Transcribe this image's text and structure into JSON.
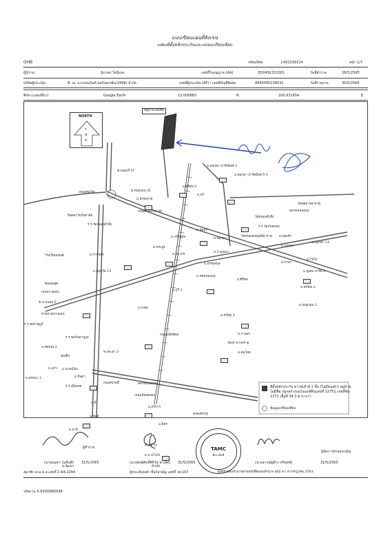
{
  "header": {
    "title": "แบบเขียนแผนที่สังเขป",
    "subtitle": "แสดงที่ตั้งหลักประกันและแปลงเปรียบเทียบ",
    "bank_code": "GHB",
    "ref_label": "รหัสบริษัท",
    "ref_value": "J-002039214",
    "page": "หน้า 1/7"
  },
  "info": {
    "borrower_label": "ผู้กู้/ราย",
    "borrower_value": "นิภาพร ใจมีแสง",
    "cert_label": "เลขที่ใบอนุญาต (AA)",
    "cert_value": "E00491151001",
    "survey_date_label": "วันที่สำรวจ",
    "survey_date_value": "26/5/2565",
    "company_label": "บริษัทผู้ประเมิน",
    "company_value": "ที. เอ. มาแนจเม้นท์ คอร์ปอเรชั่น(1999) จำกัด",
    "appraiser_label": "เลขที่ผู้ประเมิน (AP) / เลขที่บัญชีพิเศษ",
    "appraiser_value": "AP65000138032",
    "report_date_label": "วันที่รายงาน",
    "report_date_value": "30/5/2565",
    "coord_label": "พิกัด (แหล่งที่มา)",
    "coord_source": "Google Earth",
    "lat": "13.006883",
    "lat_dir": "N",
    "lon": "100.931654",
    "lon_dir": "E"
  },
  "map": {
    "north_label": "NORTH",
    "north_letters": [
      "ร",
      "ห",
      "ส"
    ],
    "village_label": "หมู่บ้านไม่มีชื่อ",
    "labels": {
      "sukhumvit_road": "ถนนสุขุมวิท",
      "soi_37": "ซ.หนองรี 37",
      "lot41": "ซ.หนองมน 41",
      "school_chon": "จิตตลาวันวิทยาลัย",
      "rr_wat": "ร.ร.วัดหนองตำลึง",
      "chon_market": "ตลาดหนองมน",
      "wat_thalad": "วัดชลธารคารามิ",
      "road_36": "ถนนทางหลวง 36",
      "msat": "ม.ศรีสุข 4",
      "mphis": "ม.พฤกษา ปาร์คมิลล์ 5-5",
      "mphis2": "ม.พฤกษา ปาร์คมิลล์ 2",
      "mthammarat": "ม.ธรรมราช",
      "mjaroen": "ม.เจริญสุข",
      "mchon": "ม.ชลบุรี",
      "mthaw": "ม.ทวี",
      "wat_nongmon": "ร.ร.วัดหนองมน",
      "wat_nongmon2": "วัดหนองมนพุทธิยาราม",
      "mprayun": "ม.ประยูร",
      "rr_chon": "ร.ร.ชลราษฎร์",
      "mpruksa": "ม.พฤกษา 3",
      "mchonhnong": "ม.ชลหนองมน",
      "mtanakorn": "ม.ธนากร",
      "mkarnjana": "ม.กาญจนา",
      "mthong": "ม.ทองคำ",
      "mpruksa14": "ม.พฤกษา 14",
      "mkrit": "ม.กฤษดา",
      "mpha": "ม.ภาษา",
      "nuchem": "ม.นูเคม ปาร์ค 2",
      "mtamsakul": "ม.ธรรมสกุล",
      "mrachawat": "ม.ราชวัตร",
      "khlong": "ถ.สุขุมวิท 13",
      "phraya": "ซ.พระยา 3",
      "mnamang": "ม.นามเมือง",
      "rr_mueang": "ร.ร.เมืองชล",
      "mphon": "ม.พรพนา 1",
      "school_saint": "โรงเรียนเซนต์",
      "msirichon": "ม.ศิริชล",
      "mbhuri": "ม.ภูรี 2",
      "wat_saensuk": "วัดแสนสุข",
      "mtaksin": "ม.ทักษิณ 2",
      "tsubang": "ถนนบางแสน",
      "mnongmon": "ม.หนองมน 1",
      "sa_bang": "ซ.บางแสน 2",
      "bangsaen": "ชายหาดบางแสน",
      "mkasem": "ม.เกษม",
      "mtaweesuk": "ม.ทวีสุข 3",
      "phanat": "ถนนพนัสนิคม",
      "mkanda": "ม.กานดา",
      "wat_khao": "วัดเขาบางทราย",
      "mkhonthai": "ม.คนไทย",
      "rr_chonkanya": "ร.ร.ชลกันยานุกูล",
      "mchonthong": "ม.ชลทอง 2",
      "somdet": "สมเด็จ",
      "mkaew": "ม.แก้ว",
      "mjinda": "ม.จินดา",
      "thanon_rong": "ถนนร่มโพธิ์",
      "talad": "ตลาดหนองมน",
      "klong_bang": "ถนนเลียบคลอง",
      "mtaweekarn": "ม.ทวีการ",
      "mtee": "ม.ที",
      "mkitti": "ม.กิตติ",
      "wat_nong_tam": "วัดหนองตำลึง",
      "mchaiyo": "ม.ไชโย",
      "mthani": "ม.ธานี",
      "mmitr": "ม.มิตร",
      "bansuan": "บ้านสวน",
      "khlong2": "คลองตำหรุ",
      "mbangprong": "ม.บางโปรง",
      "sampet": "สำเพ็ง",
      "mpat": "ม.พัฒนา"
    },
    "legend_text": "ที่ตั้งหลักประกัน ทาวน์เฮ้าส์ 1 ชั้น (ไม่มีคนเฝ้า) หมู่บ้านไม่มีชื่อ ปลูกสร้างบนโฉนดที่ดินเลขที่ 22751 เลขที่ดิน 1371 เนื้อที่ 34.3 ตารางวา",
    "legend_compare": "ข้อมูลเปรียบเทียบ"
  },
  "signatures": {
    "surveyor_role": "ผู้สำรวจ",
    "surveyor_name": "(นายอนุชา วุ่นจีนดี)",
    "surveyor_date": "31/5/2565",
    "surveyor_member": "สมาชิก ส.ม.ท.ส.เลขที่ 1-64-2244",
    "appraiser_role": "ผู้ประเมินหลัก ชั้นวิสามัญ เลขที่ วส.167",
    "appraiser_name": "(นายพงษ์ศักดิ์ศิริวัช ทาเลิศ)",
    "appraiser_date": "31/5/2565",
    "company_rep_role": "ผู้จัดการฝ่ายประเมิน",
    "company_rep_name": "(นางสาวณัฐธิกา ศรีสุทธิ)",
    "company_rep_date": "31/5/2565",
    "company_rep_note": "ผู้ได้รับมอบอำนาจตามหนังสือมอบอำนาจ ฉบับ ลว. 8 กรกฎาคม 2563",
    "stamp_text": "TAMC",
    "stamp_sub": "ทีเอ เอ็มซี"
  },
  "footer": {
    "report_code": "รหัสงาน 5-65Q0990548"
  }
}
